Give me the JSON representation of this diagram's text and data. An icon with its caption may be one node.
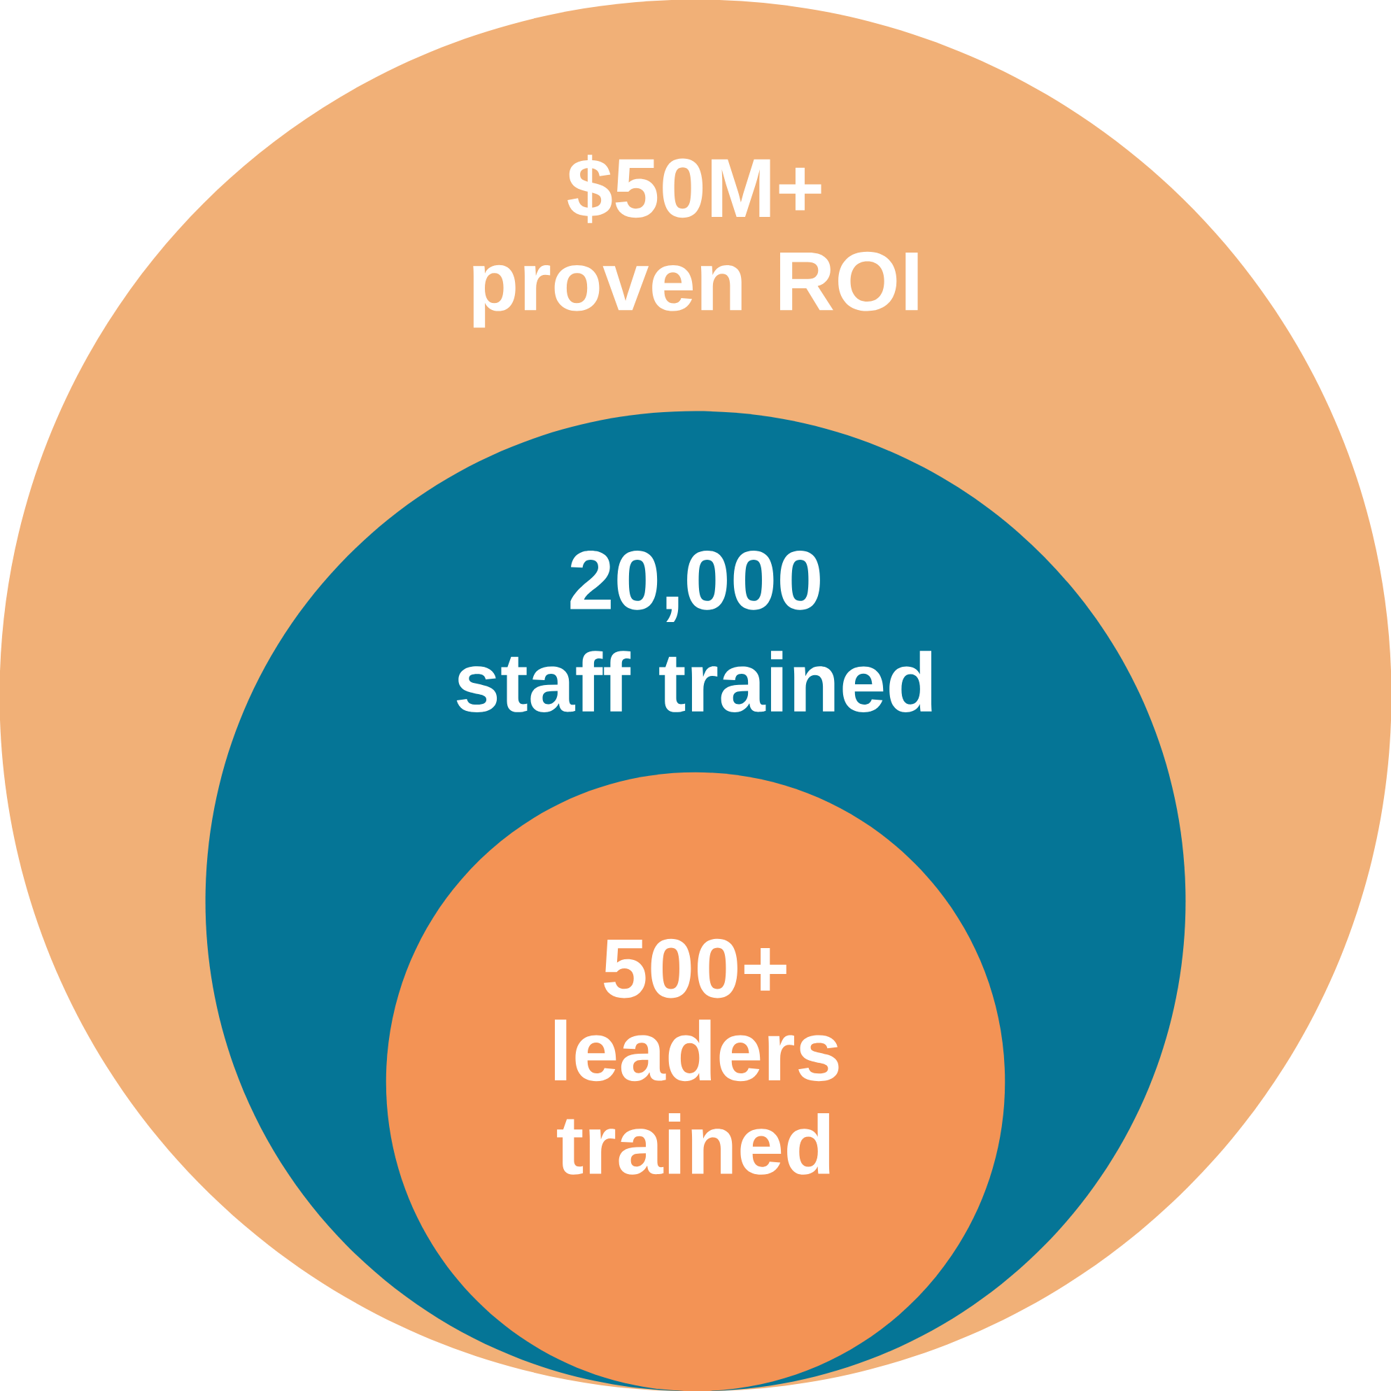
{
  "diagram": {
    "nodes": [
      {
        "text": [
          "$50M+",
          "proven ROI"
        ]
      },
      {
        "text": [
          "20,000",
          "staff trained"
        ],
        "in": 0
      },
      {
        "text": [
          "500+",
          "leaders trained"
        ],
        "in": 1
      }
    ]
  }
}
